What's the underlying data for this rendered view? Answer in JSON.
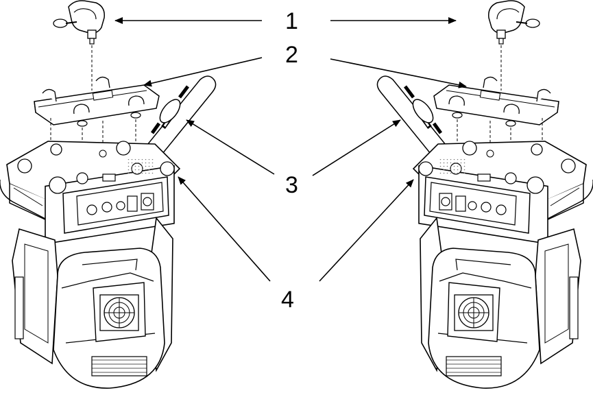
{
  "callouts": [
    "1",
    "2",
    "3",
    "4"
  ],
  "colors": {
    "line": "#000000",
    "fill": "#ffffff",
    "light": "#f2f2f2"
  }
}
